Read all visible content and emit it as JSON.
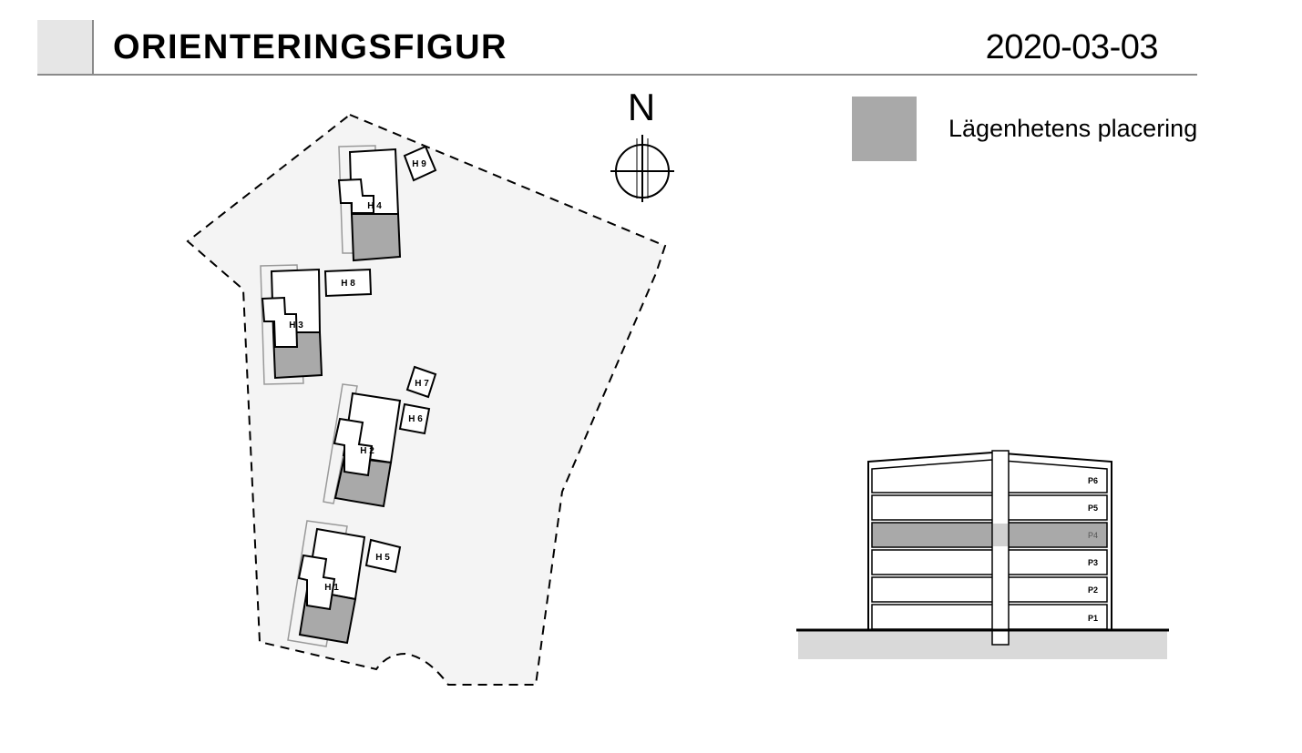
{
  "header": {
    "title": "ORIENTERINGSFIGUR",
    "date": "2020-03-03"
  },
  "legend": {
    "label": "Lägenhetens placering",
    "swatch_color": "#a9a9a9"
  },
  "site_plan": {
    "north_label": "N",
    "site_fill": "#f4f4f4",
    "buildings": [
      "H 1",
      "H 2",
      "H 3",
      "H 4"
    ],
    "outbuildings": [
      "H 5",
      "H 6",
      "H 7",
      "H 8",
      "H 9"
    ]
  },
  "section": {
    "floors": [
      "P6",
      "P5",
      "P4",
      "P3",
      "P2",
      "P1"
    ],
    "highlighted_floor": "P4",
    "highlight_color": "#a9a9a9",
    "ground_color": "#d9d9d9"
  }
}
